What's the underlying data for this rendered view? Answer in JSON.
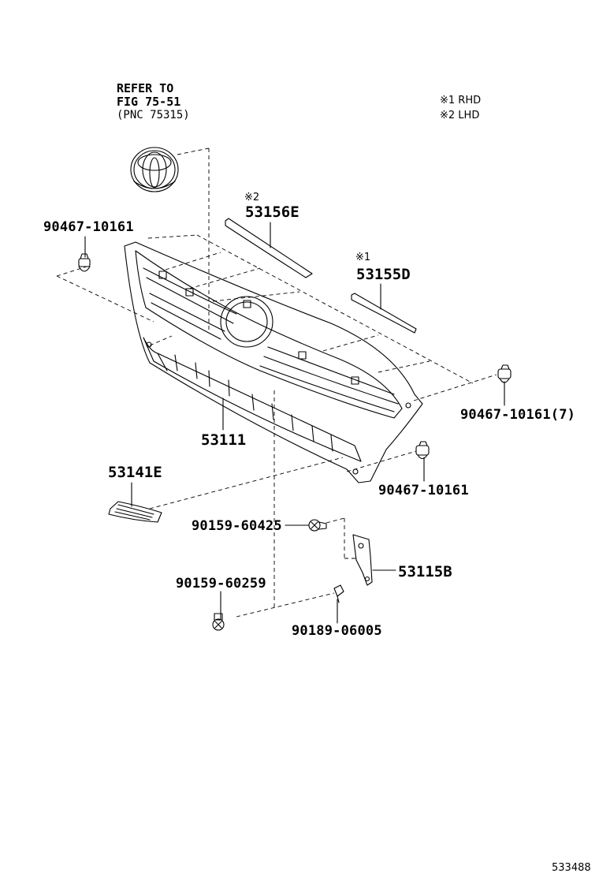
{
  "reference": {
    "line1": "REFER TO",
    "line2": "FIG 75-51",
    "line3": "(PNC 75315)"
  },
  "legend": {
    "item1": "※1 RHD",
    "item2": "※2 LHD"
  },
  "parts": {
    "clip_left": "90467-10161",
    "molding_lhd_mark": "※2",
    "molding_lhd": "53156E",
    "molding_rhd_mark": "※1",
    "molding_rhd": "53155D",
    "clip_right_qty": "90467-10161(7)",
    "grille": "53111",
    "clip_lower_right": "90467-10161",
    "lower_grille": "53141E",
    "screw_upper": "90159-60425",
    "bracket": "53115B",
    "screw_lower": "90159-60259",
    "clip_bracket": "90189-06005"
  },
  "figure_number": "533488"
}
